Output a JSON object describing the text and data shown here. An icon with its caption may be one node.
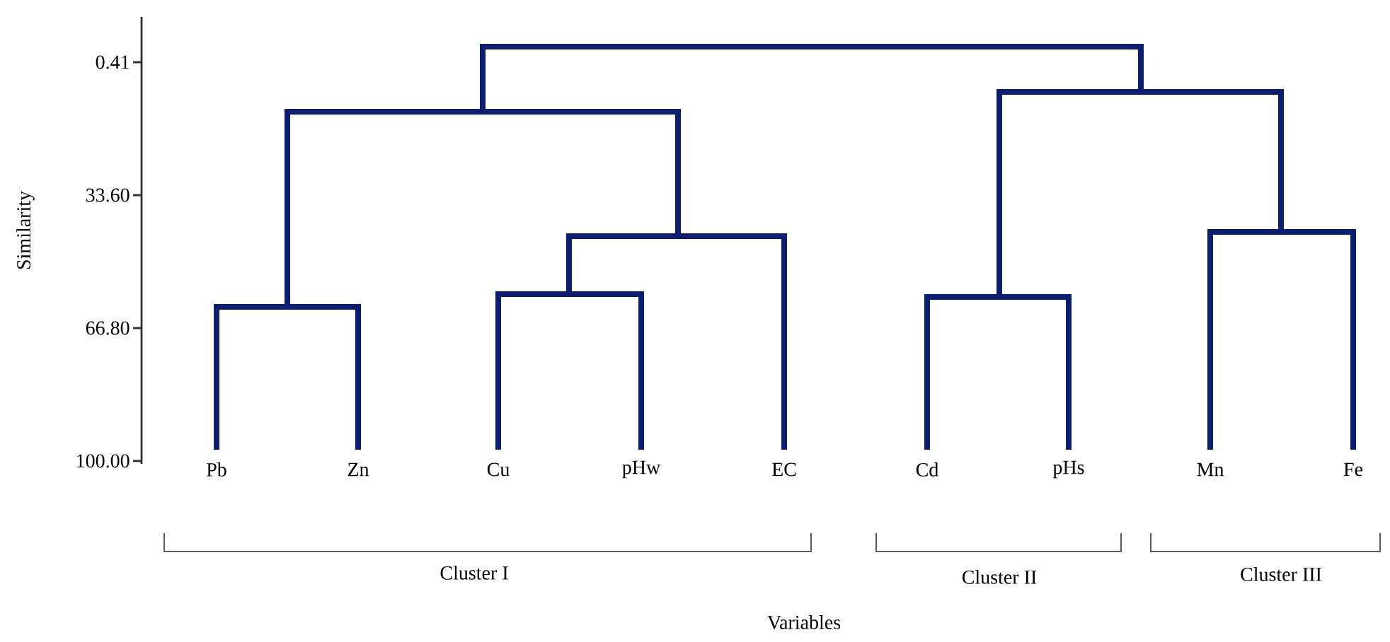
{
  "diagram": {
    "labels": [
      "0.41",
      "33.60",
      "66.80",
      "100.00",
      "Similarity",
      "Pb",
      "Zn",
      "Cu",
      "pHw",
      "EC",
      "Cd",
      "pHs",
      "Mn",
      "Fe",
      "Cluster I",
      "Cluster II",
      "Cluster III",
      "Variables"
    ]
  }
}
